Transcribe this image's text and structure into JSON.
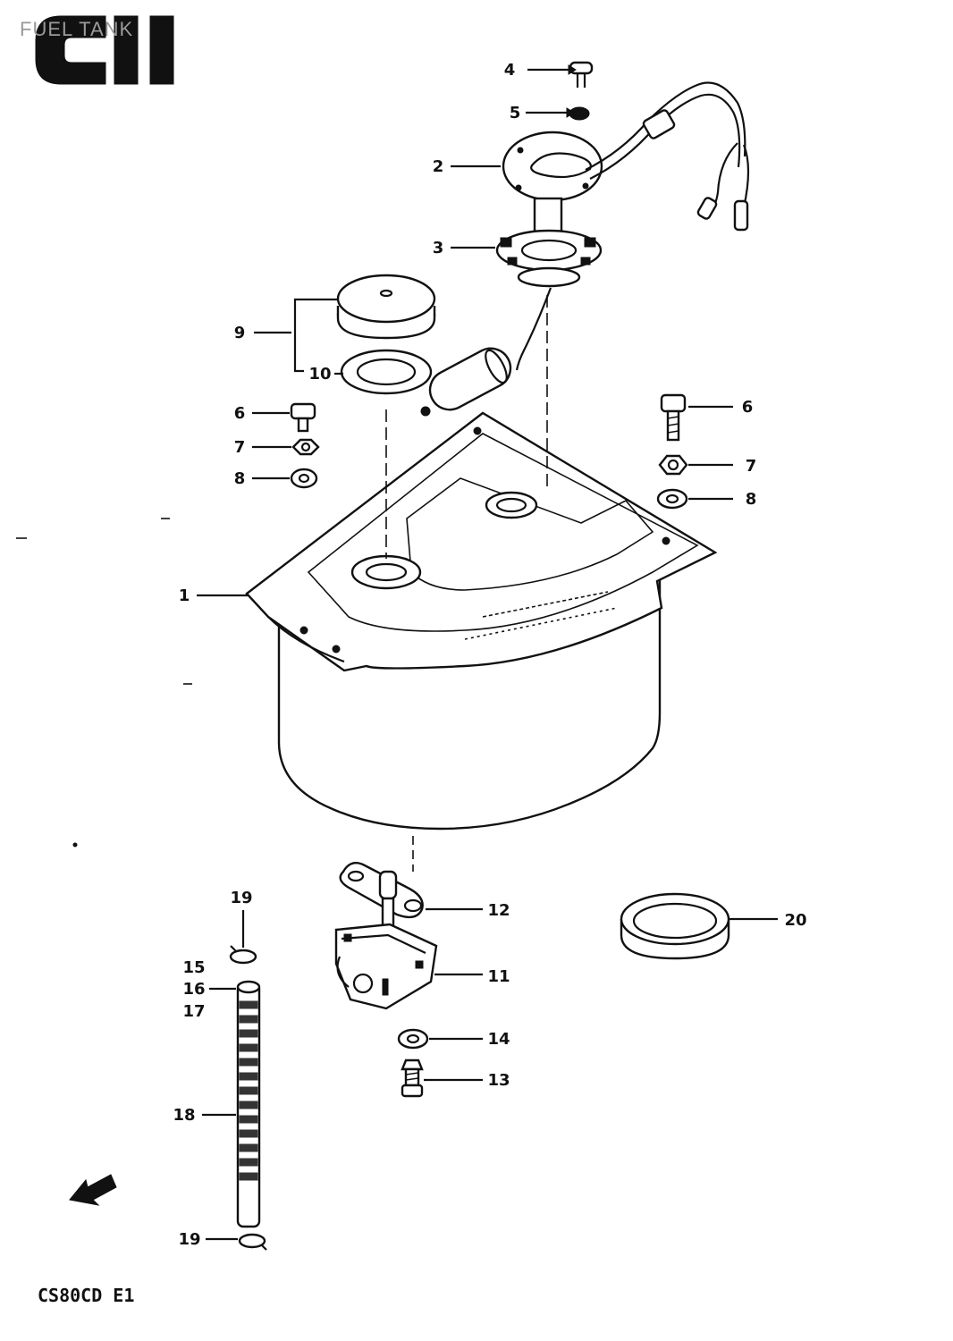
{
  "header": {
    "section_code": "CII",
    "section_title": "FUEL TANK"
  },
  "footer": {
    "model_code": "CS80CD E1"
  },
  "parts": [
    {
      "id": "p1",
      "label": "1",
      "name": "fuel-tank"
    },
    {
      "id": "p2",
      "label": "2",
      "name": "fuel-gauge-unit"
    },
    {
      "id": "p3",
      "label": "3",
      "name": "gauge-gasket"
    },
    {
      "id": "p4",
      "label": "4",
      "name": "screw"
    },
    {
      "id": "p5",
      "label": "5",
      "name": "washer"
    },
    {
      "id": "p6a",
      "label": "6",
      "name": "bolt-left"
    },
    {
      "id": "p6b",
      "label": "6",
      "name": "bolt-right"
    },
    {
      "id": "p7a",
      "label": "7",
      "name": "nut-left"
    },
    {
      "id": "p7b",
      "label": "7",
      "name": "nut-right"
    },
    {
      "id": "p8a",
      "label": "8",
      "name": "washer-left"
    },
    {
      "id": "p8b",
      "label": "8",
      "name": "washer-right"
    },
    {
      "id": "p9",
      "label": "9",
      "name": "fuel-cap"
    },
    {
      "id": "p10",
      "label": "10",
      "name": "cap-gasket"
    },
    {
      "id": "p11",
      "label": "11",
      "name": "fuel-cock"
    },
    {
      "id": "p12",
      "label": "12",
      "name": "cock-gasket"
    },
    {
      "id": "p13",
      "label": "13",
      "name": "cock-screw"
    },
    {
      "id": "p14",
      "label": "14",
      "name": "cock-washer"
    },
    {
      "id": "p15",
      "label": "15",
      "name": "hose-part-15"
    },
    {
      "id": "p16",
      "label": "16",
      "name": "hose-part-16"
    },
    {
      "id": "p17",
      "label": "17",
      "name": "hose-part-17"
    },
    {
      "id": "p18",
      "label": "18",
      "name": "fuel-hose"
    },
    {
      "id": "p19a",
      "label": "19",
      "name": "hose-clip-top"
    },
    {
      "id": "p19b",
      "label": "19",
      "name": "hose-clip-bottom"
    },
    {
      "id": "p20",
      "label": "20",
      "name": "filler-ring"
    }
  ]
}
